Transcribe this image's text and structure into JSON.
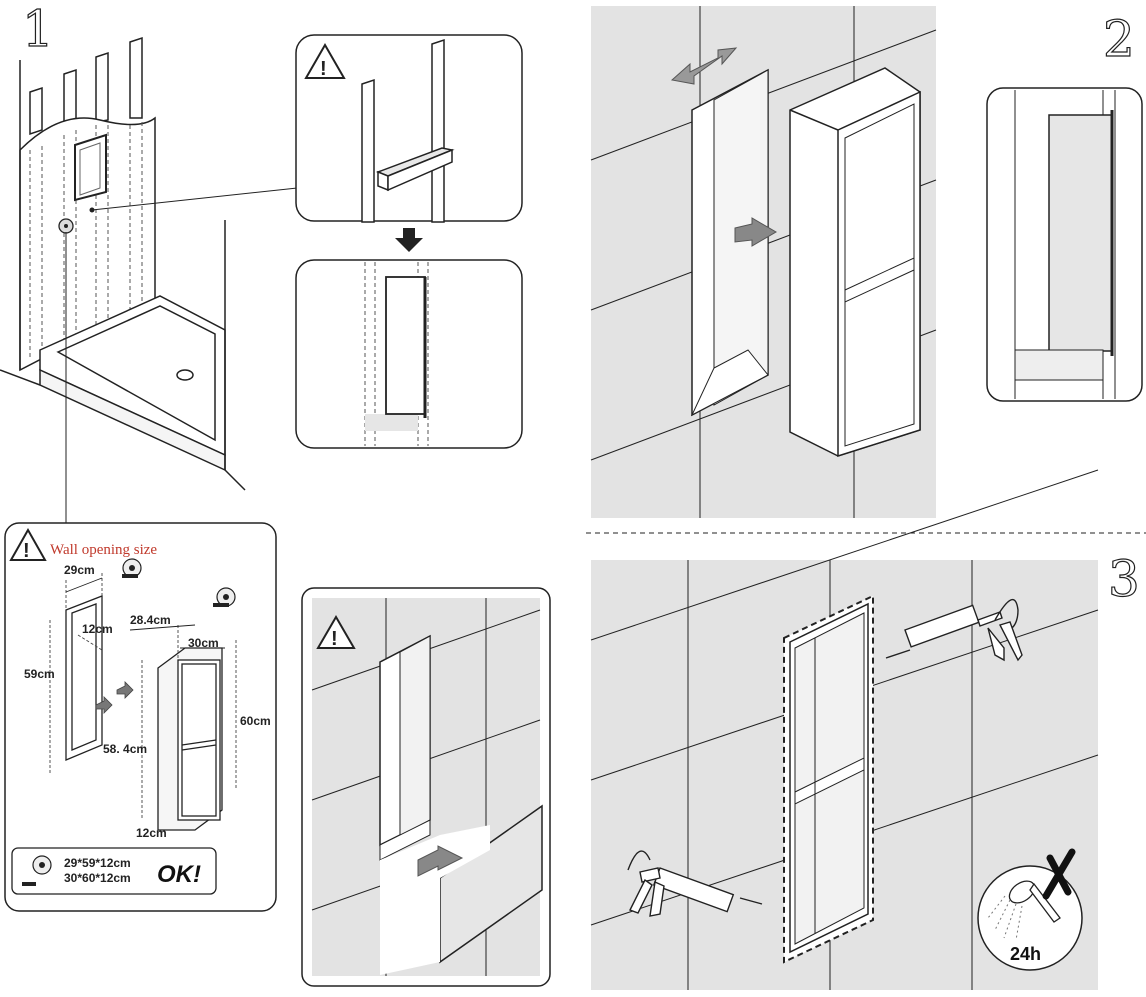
{
  "steps": {
    "step1": "1",
    "step2": "2",
    "step3": "3"
  },
  "warning": {
    "mark": "!",
    "wall_opening_size": "Wall opening size"
  },
  "dimensions": {
    "opening_width": "29cm",
    "opening_depth": "12cm",
    "opening_height": "59cm",
    "niche_width": "28.4cm",
    "niche_outer_width": "30cm",
    "niche_inner_height": "58. 4cm",
    "niche_outer_height": "60cm",
    "niche_depth": "12cm"
  },
  "summary": {
    "opening_total": "29*59*12cm",
    "niche_total": "30*60*12cm",
    "ok": "OK!"
  },
  "cure": {
    "time": "24h"
  },
  "icons": [
    "warning-icon",
    "tape-measure-icon",
    "arrow-icon",
    "double-arrow-icon",
    "caulk-gun-icon",
    "shower-head-icon",
    "cross-icon"
  ],
  "colors": {
    "line": "#222222",
    "tile_bg": "#e3e3e3",
    "accent_red": "#c0392b",
    "arrow_gray": "#888888"
  }
}
